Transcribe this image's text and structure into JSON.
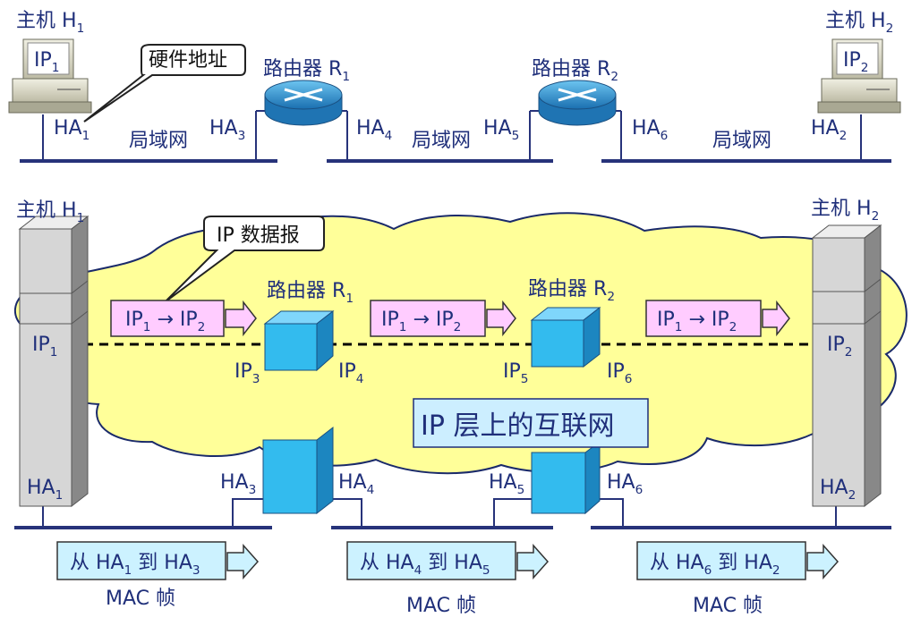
{
  "top": {
    "host1": {
      "label": "主机",
      "name": "H",
      "sub": "1",
      "ip": "IP",
      "ip_sub": "1",
      "ha": "HA",
      "ha_sub": "1"
    },
    "host2": {
      "label": "主机",
      "name": "H",
      "sub": "2",
      "ip": "IP",
      "ip_sub": "2",
      "ha": "HA",
      "ha_sub": "2"
    },
    "hw_address_callout": "硬件地址",
    "router1": {
      "label": "路由器",
      "name": "R",
      "sub": "1"
    },
    "router2": {
      "label": "路由器",
      "name": "R",
      "sub": "2"
    },
    "ha3": {
      "main": "HA",
      "sub": "3"
    },
    "ha4": {
      "main": "HA",
      "sub": "4"
    },
    "ha5": {
      "main": "HA",
      "sub": "5"
    },
    "ha6": {
      "main": "HA",
      "sub": "6"
    },
    "lan1": "局域网",
    "lan2": "局域网",
    "lan3": "局域网"
  },
  "bottom": {
    "host1": {
      "label": "主机",
      "name": "H",
      "sub": "1",
      "ip": "IP",
      "ip_sub": "1",
      "ha": "HA",
      "ha_sub": "1"
    },
    "host2": {
      "label": "主机",
      "name": "H",
      "sub": "2",
      "ip": "IP",
      "ip_sub": "2",
      "ha": "HA",
      "ha_sub": "2"
    },
    "datagram_callout": "IP 数据报",
    "router1": {
      "label": "路由器",
      "name": "R",
      "sub": "1"
    },
    "router2": {
      "label": "路由器",
      "name": "R",
      "sub": "2"
    },
    "ip3": {
      "main": "IP",
      "sub": "3"
    },
    "ip4": {
      "main": "IP",
      "sub": "4"
    },
    "ip5": {
      "main": "IP",
      "sub": "5"
    },
    "ip6": {
      "main": "IP",
      "sub": "6"
    },
    "ha3": {
      "main": "HA",
      "sub": "3"
    },
    "ha4": {
      "main": "HA",
      "sub": "4"
    },
    "ha5": {
      "main": "HA",
      "sub": "5"
    },
    "ha6": {
      "main": "HA",
      "sub": "6"
    },
    "ip_layer_title": "IP 层上的互联网",
    "ip_packet": {
      "a": "IP",
      "a_sub": "1",
      "arrow": "→",
      "b": "IP",
      "b_sub": "2"
    },
    "mac_frames": [
      {
        "from": "从",
        "ha_a": "HA",
        "ha_a_sub": "1",
        "to": "到",
        "ha_b": "HA",
        "ha_b_sub": "3",
        "label": "MAC 帧"
      },
      {
        "from": "从",
        "ha_a": "HA",
        "ha_a_sub": "4",
        "to": "到",
        "ha_b": "HA",
        "ha_b_sub": "5",
        "label": "MAC 帧"
      },
      {
        "from": "从",
        "ha_a": "HA",
        "ha_a_sub": "6",
        "to": "到",
        "ha_b": "HA",
        "ha_b_sub": "2",
        "label": "MAC 帧"
      }
    ]
  },
  "colors": {
    "text": "#1f2f7a",
    "line": "#27337a",
    "cloud_fill": "#ffff99",
    "packet_fill": "#ffccff",
    "mac_fill": "#ccf2ff",
    "router_box": "#33bbee",
    "router_disc": "#2a8fd0",
    "stack_fill": "#d6d6d6",
    "title_box": "#cceeff"
  }
}
